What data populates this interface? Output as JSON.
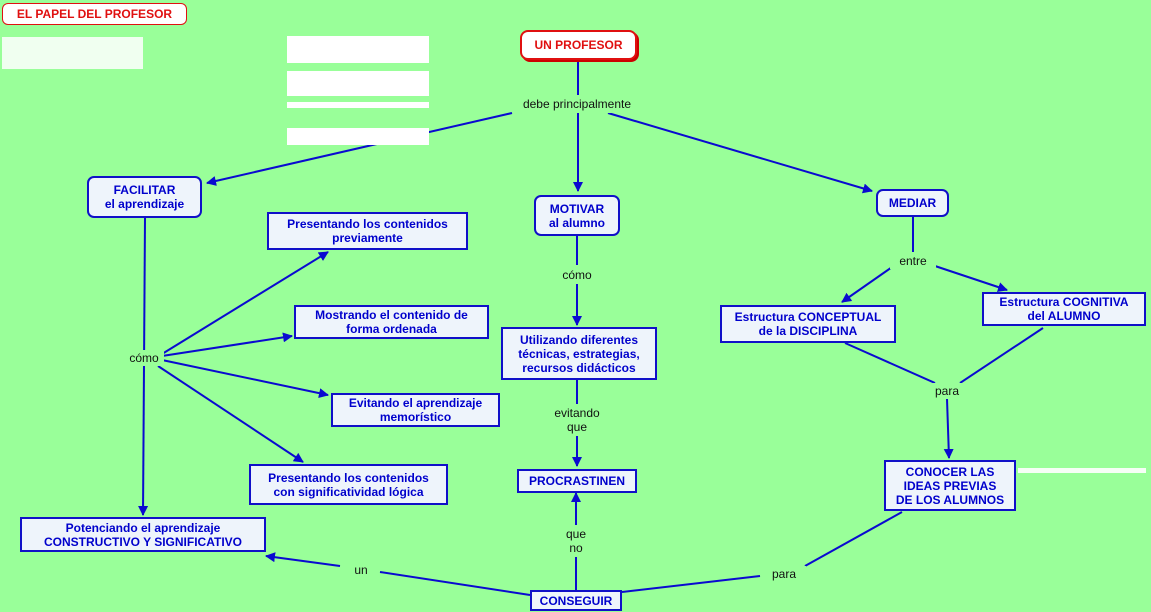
{
  "title": "EL PAPEL DEL PROFESOR",
  "root": "UN PROFESOR",
  "nodes": {
    "facilitar": "FACILITAR\nel aprendizaje",
    "motivar": "MOTIVAR\nal alumno",
    "mediar": "MEDIAR",
    "presentando_previamente": "Presentando los contenidos\npreviamente",
    "mostrando": "Mostrando el contenido de\nforma ordenada",
    "evitando_memoristico": "Evitando el aprendizaje\nmemorístico",
    "presentando_significatividad": "Presentando los contenidos\ncon significatividad lógica",
    "potenciando": "Potenciando el aprendizaje\nCONSTRUCTIVO Y SIGNIFICATIVO",
    "utilizando": "Utilizando diferentes\ntécnicas, estrategias,\nrecursos didácticos",
    "procrastinen": "PROCRASTINEN",
    "conseguir": "CONSEGUIR",
    "estructura_conceptual": "Estructura CONCEPTUAL\nde la DISCIPLINA",
    "estructura_cognitiva": "Estructura COGNITIVA\ndel ALUMNO",
    "conocer": "CONOCER LAS\nIDEAS PREVIAS\nDE LOS ALUMNOS"
  },
  "links": {
    "debe": "debe principalmente",
    "como_left": "cómo",
    "como_mid": "cómo",
    "evitando_que": "evitando\nque",
    "que_no": "que\nno",
    "entre": "entre",
    "para_right": "para",
    "para_bottom": "para",
    "un": "un"
  },
  "colors": {
    "background": "#99ff99",
    "node_border": "#1010c8",
    "node_text": "#0000cc",
    "arrow": "#0a0ad0",
    "root_border": "#e01010"
  }
}
